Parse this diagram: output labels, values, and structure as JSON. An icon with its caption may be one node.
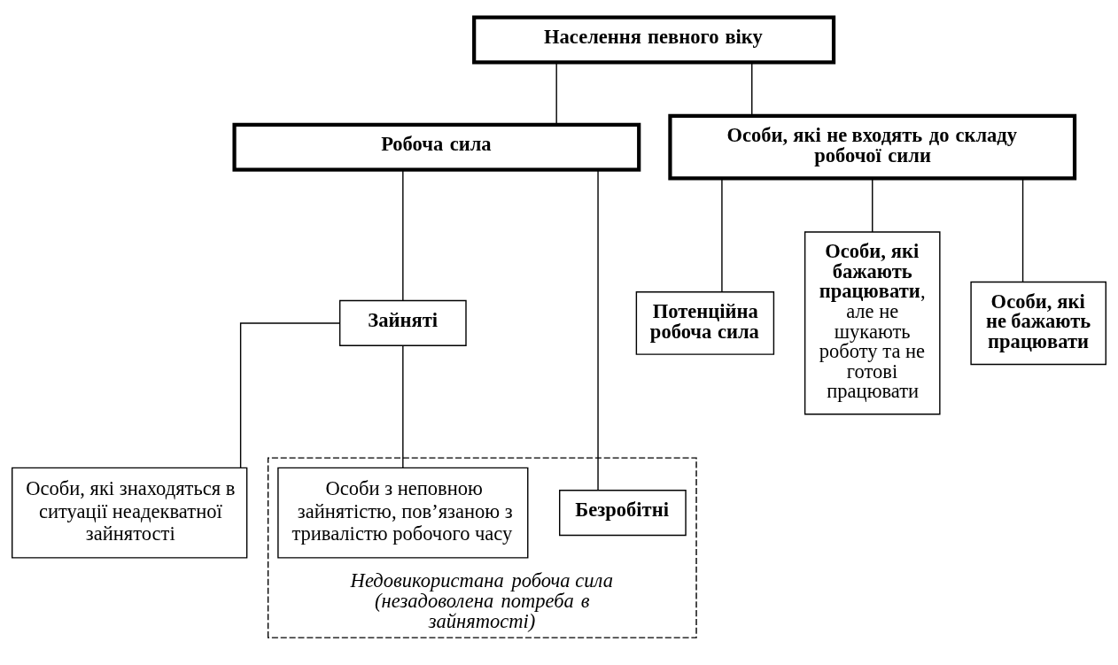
{
  "diagram": {
    "nodes": [
      {
        "text": [
          "Населення певного віку"
        ]
      },
      {
        "text": [
          "Робоча сила"
        ]
      },
      {
        "text": [
          "Особи, які не входять до складу робочої сили"
        ]
      },
      {
        "text": [
          "Недовикористана робоча сила (незадоволена потреба в зайнятості)"
        ]
      },
      {
        "text": [
          "Зайняті"
        ]
      },
      {
        "text": [
          "Безробітні"
        ],
        "in": 3
      },
      {
        "text": [
          "Потенційна робоча сила"
        ]
      },
      {
        "text": [
          "**Особи, які бажають працювати**, але не шукають роботу та не готові працювати"
        ]
      },
      {
        "text": [
          "Особи, які не бажають працювати"
        ]
      },
      {
        "text": [
          "Особи, які знаходяться в ситуації неадекватної зайнятості"
        ]
      },
      {
        "text": [
          "Особи з неповною зайнятістю, пов’язаною з тривалістю робочого часу"
        ],
        "in": 3
      }
    ],
    "edges": [
      {
        "from": 0,
        "to": 1,
        "arrow": "none"
      },
      {
        "from": 0,
        "to": 2,
        "arrow": "none"
      },
      {
        "from": 1,
        "to": 4,
        "arrow": "none"
      },
      {
        "from": 1,
        "to": 5,
        "arrow": "none"
      },
      {
        "from": 2,
        "to": 6,
        "arrow": "none"
      },
      {
        "from": 2,
        "to": 7,
        "arrow": "none"
      },
      {
        "from": 2,
        "to": 8,
        "arrow": "none"
      },
      {
        "from": 4,
        "to": 9,
        "arrow": "none"
      },
      {
        "from": 4,
        "to": 10,
        "arrow": "none"
      }
    ]
  }
}
